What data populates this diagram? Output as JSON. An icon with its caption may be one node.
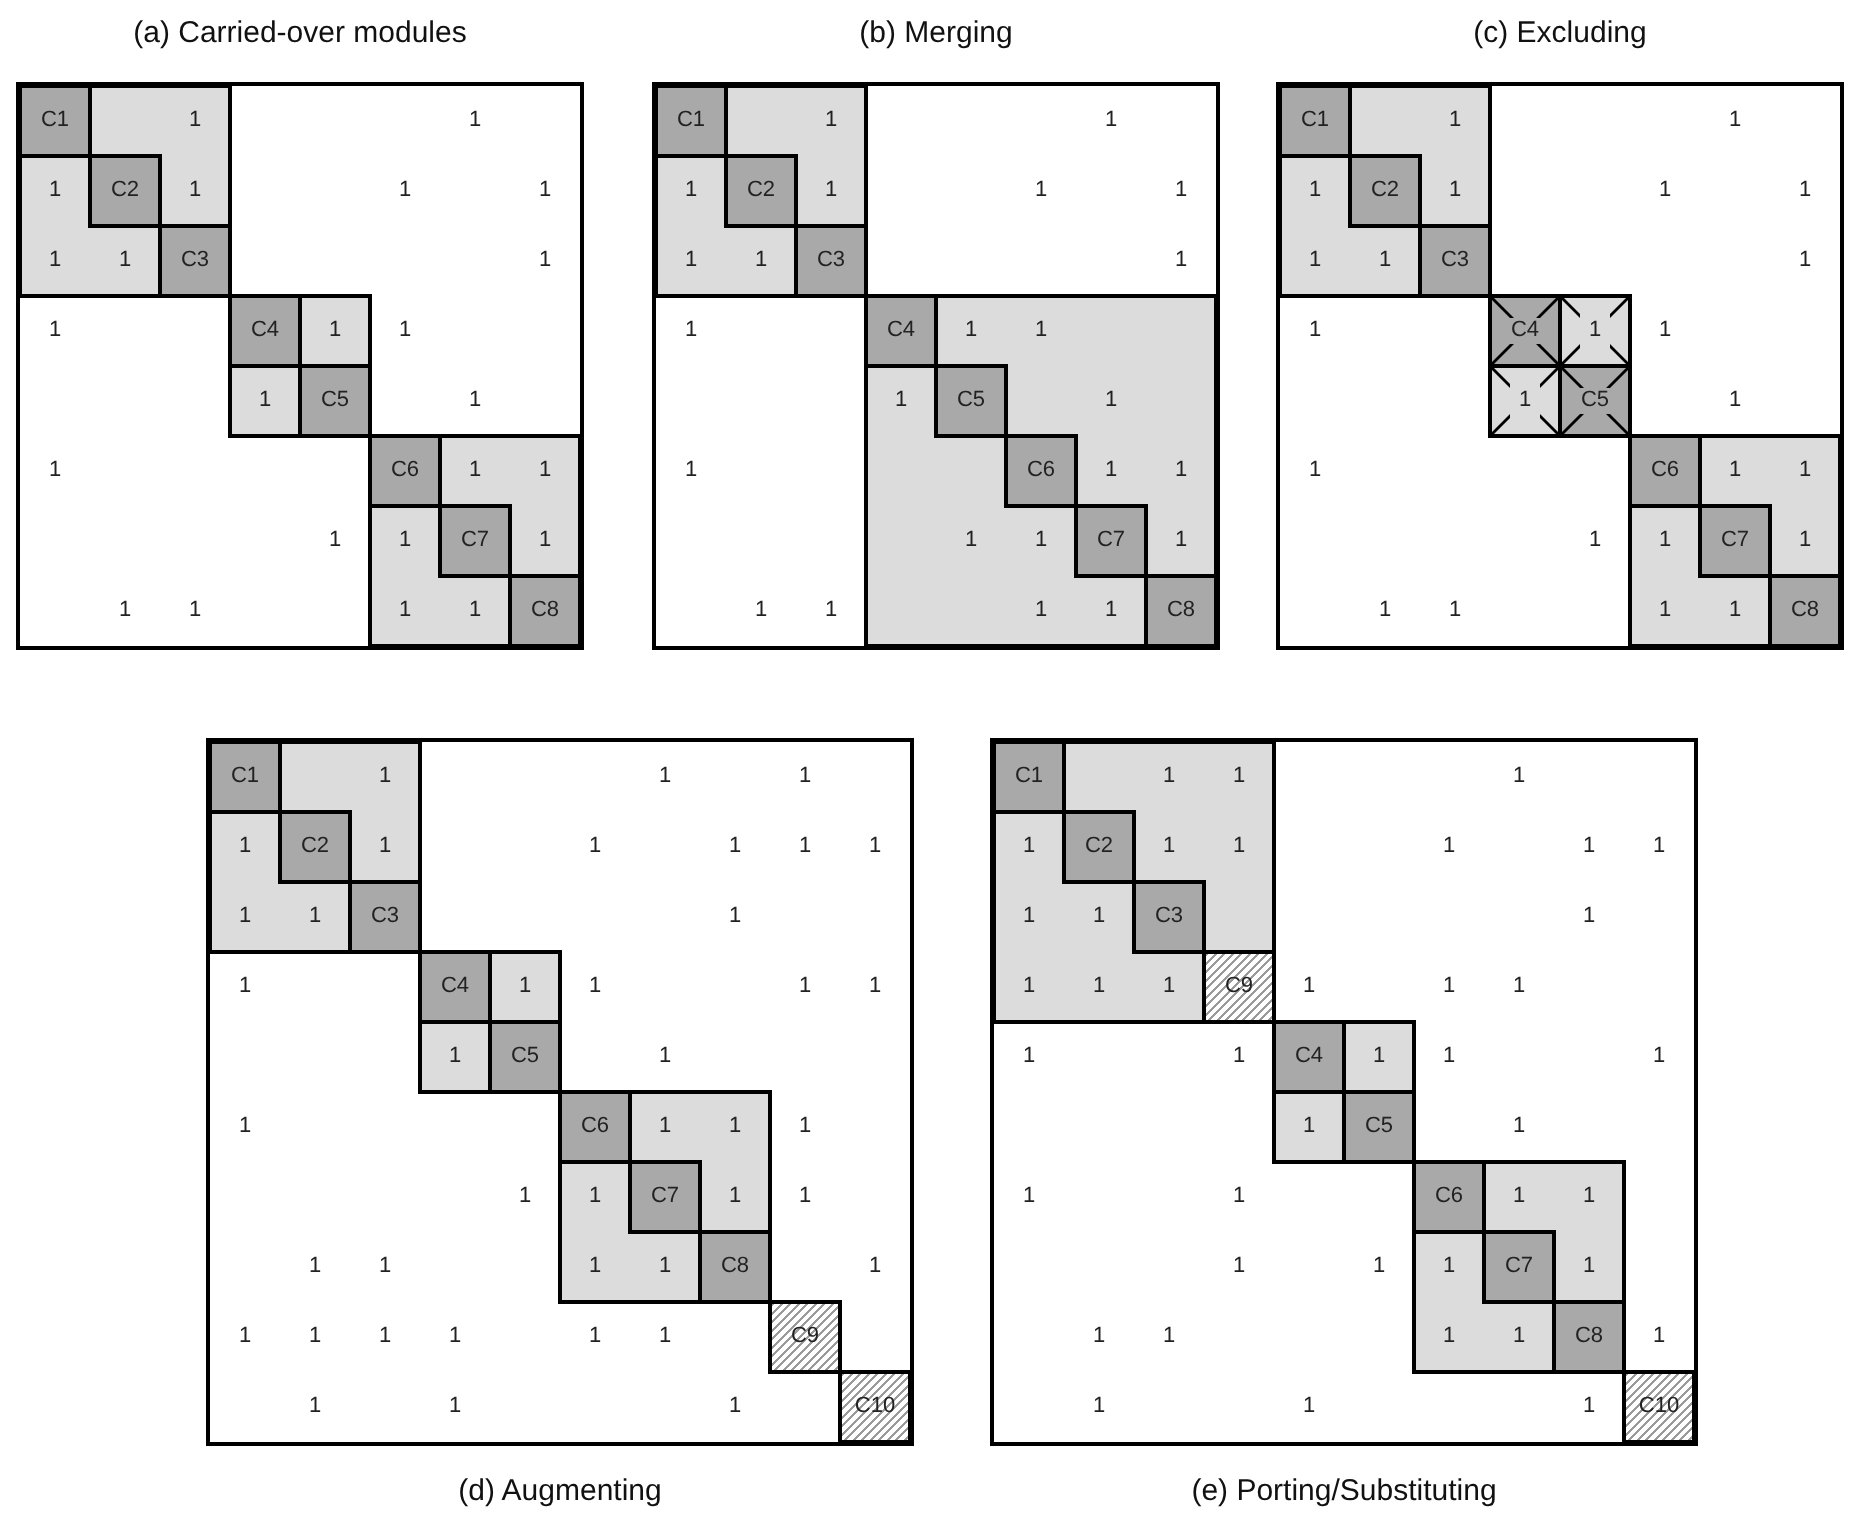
{
  "diagram": {
    "nodes": [
      {
        "text": [
          "(a) Carried-over modules"
        ]
      },
      {
        "text": [],
        "shape": "box",
        "in": 0
      },
      {
        "text": [
          "C1"
        ],
        "in": 1
      },
      {
        "text": [
          "C2"
        ],
        "in": 1
      },
      {
        "text": [
          "C3"
        ],
        "in": 1
      },
      {
        "text": [],
        "shape": "box",
        "in": 0
      },
      {
        "text": [
          "C4"
        ],
        "in": 5
      },
      {
        "text": [
          "C5"
        ],
        "in": 5
      },
      {
        "text": [],
        "shape": "box",
        "in": 0
      },
      {
        "text": [
          "C6"
        ],
        "in": 8
      },
      {
        "text": [
          "C7"
        ],
        "in": 8
      },
      {
        "text": [
          "C8"
        ],
        "in": 8
      },
      {
        "text": [
          "(b) Merging"
        ]
      },
      {
        "text": [],
        "shape": "box",
        "in": 12
      },
      {
        "text": [
          "C1"
        ],
        "in": 13
      },
      {
        "text": [
          "C2"
        ],
        "in": 13
      },
      {
        "text": [
          "C3"
        ],
        "in": 13
      },
      {
        "text": [],
        "shape": "box",
        "in": 12
      },
      {
        "text": [
          "C4"
        ],
        "in": 17
      },
      {
        "text": [
          "C5"
        ],
        "in": 17
      },
      {
        "text": [
          "C6"
        ],
        "in": 17
      },
      {
        "text": [
          "C7"
        ],
        "in": 17
      },
      {
        "text": [
          "C8"
        ],
        "in": 17
      },
      {
        "text": [
          "(c) Excluding"
        ]
      },
      {
        "text": [],
        "shape": "box",
        "in": 23
      },
      {
        "text": [
          "C1"
        ],
        "in": 24
      },
      {
        "text": [
          "C2"
        ],
        "in": 24
      },
      {
        "text": [
          "C3"
        ],
        "in": 24
      },
      {
        "text": [],
        "shape": "box",
        "in": 23
      },
      {
        "text": [
          "C4"
        ],
        "in": 28
      },
      {
        "text": [
          "C5"
        ],
        "in": 28
      },
      {
        "text": [],
        "shape": "box",
        "in": 23
      },
      {
        "text": [
          "C6"
        ],
        "in": 31
      },
      {
        "text": [
          "C7"
        ],
        "in": 31
      },
      {
        "text": [
          "C8"
        ],
        "in": 31
      },
      {
        "text": [
          "(d) Augmenting"
        ]
      },
      {
        "text": [],
        "shape": "box",
        "in": 35
      },
      {
        "text": [
          "C1"
        ],
        "in": 36
      },
      {
        "text": [
          "C2"
        ],
        "in": 36
      },
      {
        "text": [
          "C3"
        ],
        "in": 36
      },
      {
        "text": [],
        "shape": "box",
        "in": 35
      },
      {
        "text": [
          "C4"
        ],
        "in": 40
      },
      {
        "text": [
          "C5"
        ],
        "in": 40
      },
      {
        "text": [],
        "shape": "box",
        "in": 35
      },
      {
        "text": [
          "C6"
        ],
        "in": 43
      },
      {
        "text": [
          "C7"
        ],
        "in": 43
      },
      {
        "text": [
          "C8"
        ],
        "in": 43
      },
      {
        "text": [
          "C9"
        ],
        "in": 35
      },
      {
        "text": [
          "C10"
        ],
        "in": 35
      },
      {
        "text": [
          "(e) Porting/Substituting"
        ]
      },
      {
        "text": [],
        "shape": "box",
        "in": 49
      },
      {
        "text": [
          "C1"
        ],
        "in": 50
      },
      {
        "text": [
          "C2"
        ],
        "in": 50
      },
      {
        "text": [
          "C3"
        ],
        "in": 50
      },
      {
        "text": [
          "C9"
        ],
        "in": 50
      },
      {
        "text": [],
        "shape": "box",
        "in": 49
      },
      {
        "text": [
          "C4"
        ],
        "in": 55
      },
      {
        "text": [
          "C5"
        ],
        "in": 55
      },
      {
        "text": [],
        "shape": "box",
        "in": 49
      },
      {
        "text": [
          "C6"
        ],
        "in": 58
      },
      {
        "text": [
          "C7"
        ],
        "in": 58
      },
      {
        "text": [
          "C8"
        ],
        "in": 58
      },
      {
        "text": [
          "C10"
        ],
        "in": 49
      }
    ],
    "labels": [
      "1",
      "1",
      "1",
      "1",
      "1",
      "1",
      "1",
      "1",
      "1",
      "1",
      "1",
      "1",
      "1",
      "1",
      "1",
      "1",
      "1",
      "1",
      "1",
      "1",
      "1",
      "1",
      "1",
      "1",
      "1",
      "1",
      "1",
      "1",
      "1",
      "1",
      "1",
      "1",
      "1",
      "1",
      "1",
      "1",
      "1",
      "1",
      "1",
      "1",
      "1",
      "1",
      "1",
      "1",
      "1",
      "1",
      "1",
      "1",
      "1",
      "1",
      "1",
      "1",
      "1",
      "1",
      "1",
      "1",
      "1",
      "1",
      "1",
      "1",
      "1",
      "1",
      "1",
      "1",
      "1",
      "1",
      "1",
      "1",
      "1",
      "1",
      "1",
      "1",
      "1",
      "1",
      "1",
      "1",
      "1",
      "1",
      "1",
      "1",
      "1",
      "1",
      "1",
      "1",
      "1",
      "1",
      "1",
      "1",
      "1",
      "1",
      "1",
      "1",
      "1",
      "1",
      "1",
      "1",
      "1",
      "1",
      "1",
      "1",
      "1",
      "1",
      "1",
      "1",
      "1",
      "1",
      "1",
      "1",
      "1",
      "1",
      "1",
      "1",
      "1",
      "1",
      "1",
      "1",
      "1",
      "1",
      "1",
      "1",
      "1",
      "1",
      "1",
      "1",
      "1",
      "1",
      "1",
      "1",
      "1",
      "1",
      "1",
      "1",
      "1",
      "1",
      "1",
      "1",
      "1",
      "1",
      "1",
      "1",
      "1",
      "1",
      "1",
      "1",
      "1",
      "1",
      "1",
      "1",
      "1",
      "1",
      "1",
      "1",
      "1",
      "1"
    ]
  }
}
